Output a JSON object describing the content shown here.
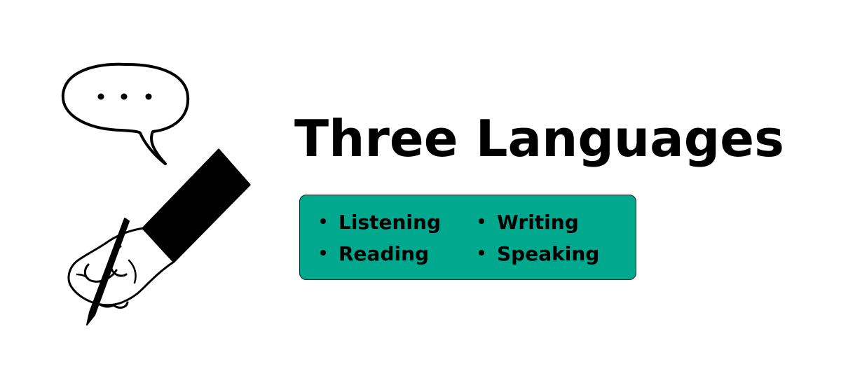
{
  "title": "Three Languages",
  "colors": {
    "box_fill": "#00a88e",
    "ink": "#000000",
    "background": "#ffffff"
  },
  "illustration": {
    "speech_bubble_icon": "speech-bubble-with-ellipsis",
    "hand_icon": "hand-writing-with-pencil"
  },
  "skills": [
    "Listening",
    "Writing",
    "Reading",
    "Speaking"
  ]
}
